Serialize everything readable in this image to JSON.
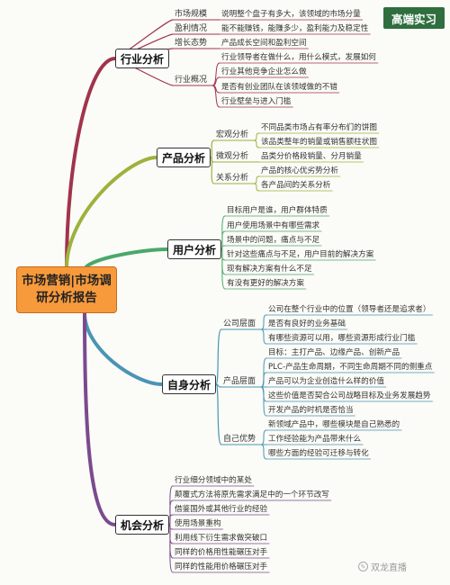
{
  "root_title": "市场营销|市场调研分析报告",
  "badge_text": "高端实习",
  "watermark_text": "双龙直播",
  "branches": [
    {
      "label": "行业分析",
      "color": "#a0344c",
      "subs": [
        {
          "label": "市场规模",
          "leaves": [
            "说明整个盘子有多大，该领域的市场分量"
          ]
        },
        {
          "label": "盈利情况",
          "leaves": [
            "能不能赚钱，能赚多少，盈利能力及稳定性"
          ]
        },
        {
          "label": "增长态势",
          "leaves": [
            "产品成长空间和盈利空间"
          ]
        },
        {
          "label": "行业概况",
          "leaves": [
            "行业领导者在做什么，用什么模式，发展如何",
            "行业其他竞争企业怎么做",
            "是否有创业团队在该领域做的不错",
            "行业壁垒与进入门槛"
          ]
        }
      ]
    },
    {
      "label": "产品分析",
      "color": "#9db23d",
      "subs": [
        {
          "label": "宏观分析",
          "leaves": [
            "不同品类市场占有率分布们的饼图",
            "该品类整年的销量或销售额柱状图"
          ]
        },
        {
          "label": "微观分析",
          "leaves": [
            "品类分价格段销量、分月销量"
          ]
        },
        {
          "label": "关系分析",
          "leaves": [
            "产品的核心优劣势分析",
            "各产品间的关系分析"
          ]
        }
      ]
    },
    {
      "label": "用户分析",
      "color": "#4aa86a",
      "subs": [
        {
          "label": "",
          "leaves": [
            "目标用户是谁，用户群体特质",
            "用户使用场景中有哪些需求",
            "场景中的问题，痛点与不足",
            "针对这些痛点与不足，用户目前的解决方案",
            "现有解决方案有什么不足",
            "有没有更好的解决方案"
          ]
        }
      ]
    },
    {
      "label": "自身分析",
      "color": "#4a94b5",
      "subs": [
        {
          "label": "公司层面",
          "leaves": [
            "公司在整个行业中的位置（领导者还是追求者）",
            "是否有良好的业务基础",
            "有哪些资源可以用，哪些资源形成行业门槛"
          ]
        },
        {
          "label": "产品层面",
          "leaves": [
            "目标：主打产品、边缘产品、创新产品",
            "PLC-产品生命周期，不同生命周期不同的侧重点",
            "产品可以为企业创造什么样的价值",
            "这些价值是否契合公司战略目标及业务发展趋势",
            "开发产品的时机是否恰当"
          ]
        },
        {
          "label": "自己优势",
          "leaves": [
            "新领域产品中，哪些模块是自己熟悉的",
            "工作经验能为产品带来什么",
            "哪些方面的经验可迁移与转化"
          ]
        }
      ]
    },
    {
      "label": "机会分析",
      "color": "#7a4a8e",
      "subs": [
        {
          "label": "",
          "leaves": [
            "行业细分领域中的某处",
            "颠覆式方法将原先需求满足中的一个环节改写",
            "借鉴国外或其他行业的经验",
            "使用场景重构",
            "利用线下衍生需求做突破口",
            "同样的价格用性能碾压对手",
            "同样的性能用价格碾压对手"
          ]
        }
      ]
    }
  ]
}
